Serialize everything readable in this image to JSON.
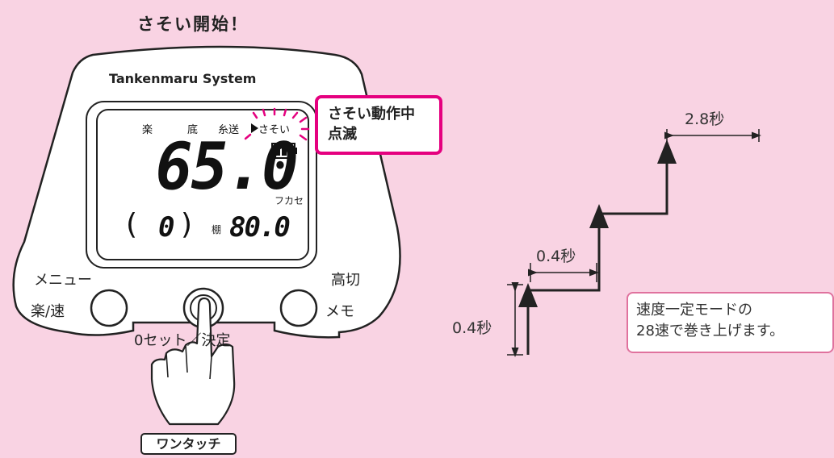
{
  "title": "さそい開始！",
  "device": {
    "brand": "Tankenmaru System",
    "lcd": {
      "labels": [
        "楽",
        "底",
        "糸送"
      ],
      "active_mode": "さそい",
      "main_reading": "65.0",
      "main_unit": "フカセ",
      "paren_value": "0",
      "shelf_label": "棚",
      "shelf_reading": "80.0"
    },
    "buttons": {
      "left_top": "メニュー",
      "left_bottom": "楽/速",
      "right_top": "高切",
      "right_bottom": "メモ",
      "center": "0セット／決定"
    }
  },
  "callout": {
    "line1": "さそい動作中",
    "line2": "点滅"
  },
  "one_touch_label": "ワンタッチ",
  "diagram": {
    "step_time_top": "2.8秒",
    "step_time_mid": "0.4秒",
    "step_time_left": "0.4秒"
  },
  "note": {
    "line1": "速度一定モードの",
    "line2": "28速で巻き上げます。"
  },
  "colors": {
    "background": "#f9d3e3",
    "accent": "#e5007f",
    "note_border": "#e0729e"
  }
}
